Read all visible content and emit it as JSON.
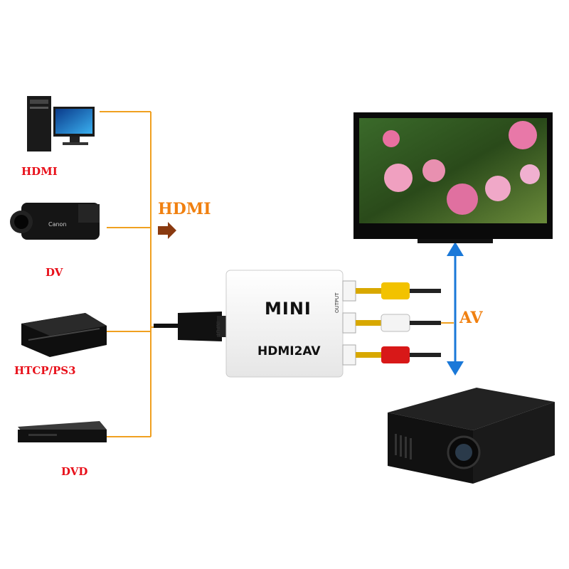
{
  "sources": [
    {
      "label": "HDMI",
      "icon": "desktop-computer-icon"
    },
    {
      "label": "DV",
      "icon": "camcorder-icon"
    },
    {
      "label": "HTCP/PS3",
      "icon": "game-console-icon"
    },
    {
      "label": "DVD",
      "icon": "dvd-player-icon"
    }
  ],
  "signals": {
    "input": "HDMI",
    "output": "AV"
  },
  "converter": {
    "brand": "MINI",
    "model": "HDMI2AV",
    "input_port": "INPUT",
    "output_port": "OUTPUT"
  },
  "outputs": [
    {
      "icon": "television-icon"
    },
    {
      "icon": "projector-icon"
    }
  ],
  "colors": {
    "connector_line": "#f0a020",
    "hdmi_arrow": "#8a3a10",
    "av_arrow": "#1a78d8",
    "label_red": "#e8101a",
    "label_orange": "#f08010",
    "rca_yellow": "#f2c200",
    "rca_white": "#f4f4f4",
    "rca_red": "#d81818"
  }
}
